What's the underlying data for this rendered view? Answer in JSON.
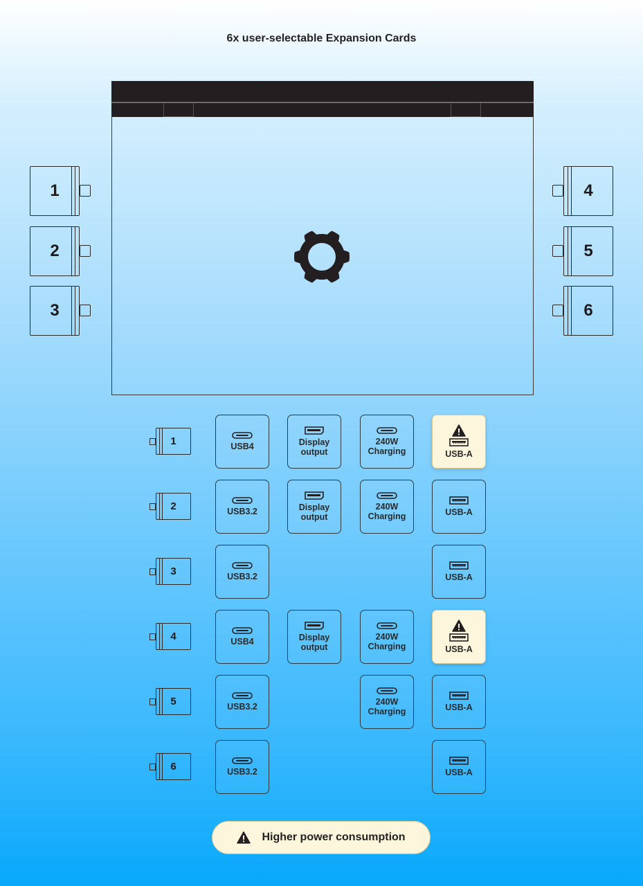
{
  "title": "6x user-selectable Expansion Cards",
  "colors": {
    "dark": "#231f20",
    "warn_bg": "#fdf6dc",
    "warn_border": "#d9c78f"
  },
  "slots": {
    "left": [
      "1",
      "2",
      "3"
    ],
    "right": [
      "4",
      "5",
      "6"
    ]
  },
  "rows": [
    {
      "slot": "1",
      "options": [
        {
          "col": 0,
          "label": "USB4",
          "icon": "usb-c-icon",
          "warn": false
        },
        {
          "col": 1,
          "label": "Display output",
          "icon": "displayport-icon",
          "warn": false
        },
        {
          "col": 2,
          "label": "240W Charging",
          "icon": "usb-c-icon",
          "warn": false
        },
        {
          "col": 3,
          "label": "USB-A",
          "icon": "usb-a-icon",
          "warn": true
        }
      ]
    },
    {
      "slot": "2",
      "options": [
        {
          "col": 0,
          "label": "USB3.2",
          "icon": "usb-c-icon",
          "warn": false
        },
        {
          "col": 1,
          "label": "Display output",
          "icon": "displayport-icon",
          "warn": false
        },
        {
          "col": 2,
          "label": "240W Charging",
          "icon": "usb-c-icon",
          "warn": false
        },
        {
          "col": 3,
          "label": "USB-A",
          "icon": "usb-a-icon",
          "warn": false
        }
      ]
    },
    {
      "slot": "3",
      "options": [
        {
          "col": 0,
          "label": "USB3.2",
          "icon": "usb-c-icon",
          "warn": false
        },
        {
          "col": 3,
          "label": "USB-A",
          "icon": "usb-a-icon",
          "warn": false
        }
      ]
    },
    {
      "slot": "4",
      "options": [
        {
          "col": 0,
          "label": "USB4",
          "icon": "usb-c-icon",
          "warn": false
        },
        {
          "col": 1,
          "label": "Display output",
          "icon": "displayport-icon",
          "warn": false
        },
        {
          "col": 2,
          "label": "240W Charging",
          "icon": "usb-c-icon",
          "warn": false
        },
        {
          "col": 3,
          "label": "USB-A",
          "icon": "usb-a-icon",
          "warn": true
        }
      ]
    },
    {
      "slot": "5",
      "options": [
        {
          "col": 0,
          "label": "USB3.2",
          "icon": "usb-c-icon",
          "warn": false
        },
        {
          "col": 2,
          "label": "240W Charging",
          "icon": "usb-c-icon",
          "warn": false
        },
        {
          "col": 3,
          "label": "USB-A",
          "icon": "usb-a-icon",
          "warn": false
        }
      ]
    },
    {
      "slot": "6",
      "options": [
        {
          "col": 0,
          "label": "USB3.2",
          "icon": "usb-c-icon",
          "warn": false
        },
        {
          "col": 3,
          "label": "USB-A",
          "icon": "usb-a-icon",
          "warn": false
        }
      ]
    }
  ],
  "legend": {
    "label": "Higher power consumption",
    "icon": "warning-icon"
  }
}
